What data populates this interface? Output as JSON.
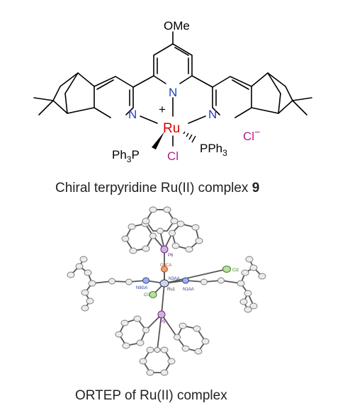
{
  "top_structure": {
    "ome": "OMe",
    "n_center": "N",
    "n_left": "N",
    "n_right": "N",
    "plus": "+",
    "ru": "Ru",
    "pph3_left": "Ph",
    "pph3_left_sub": "3",
    "pph3_left_p": "P",
    "pph3_right": "PPh",
    "pph3_right_sub": "3",
    "cl": "Cl",
    "cl_counter": "Cl",
    "cl_minus": "−"
  },
  "caption_top": {
    "text": "Chiral terpyridine Ru(II) complex ",
    "bold": "9"
  },
  "ortep": {
    "labels": {
      "p6": "P6",
      "o3ca": "O3CA",
      "n3aa": "N3AA",
      "n8ga": "N8GA",
      "n1aa": "N1AA",
      "ru": "Ru1",
      "cl2": "Cl2",
      "cl7": "Cl7",
      "p5": "P5"
    }
  },
  "caption_bottom": "ORTEP of Ru(II) complex",
  "colors": {
    "nitrogen": "#1f3fbf",
    "ruthenium": "#d60000",
    "chlorine": "#b0208a"
  }
}
